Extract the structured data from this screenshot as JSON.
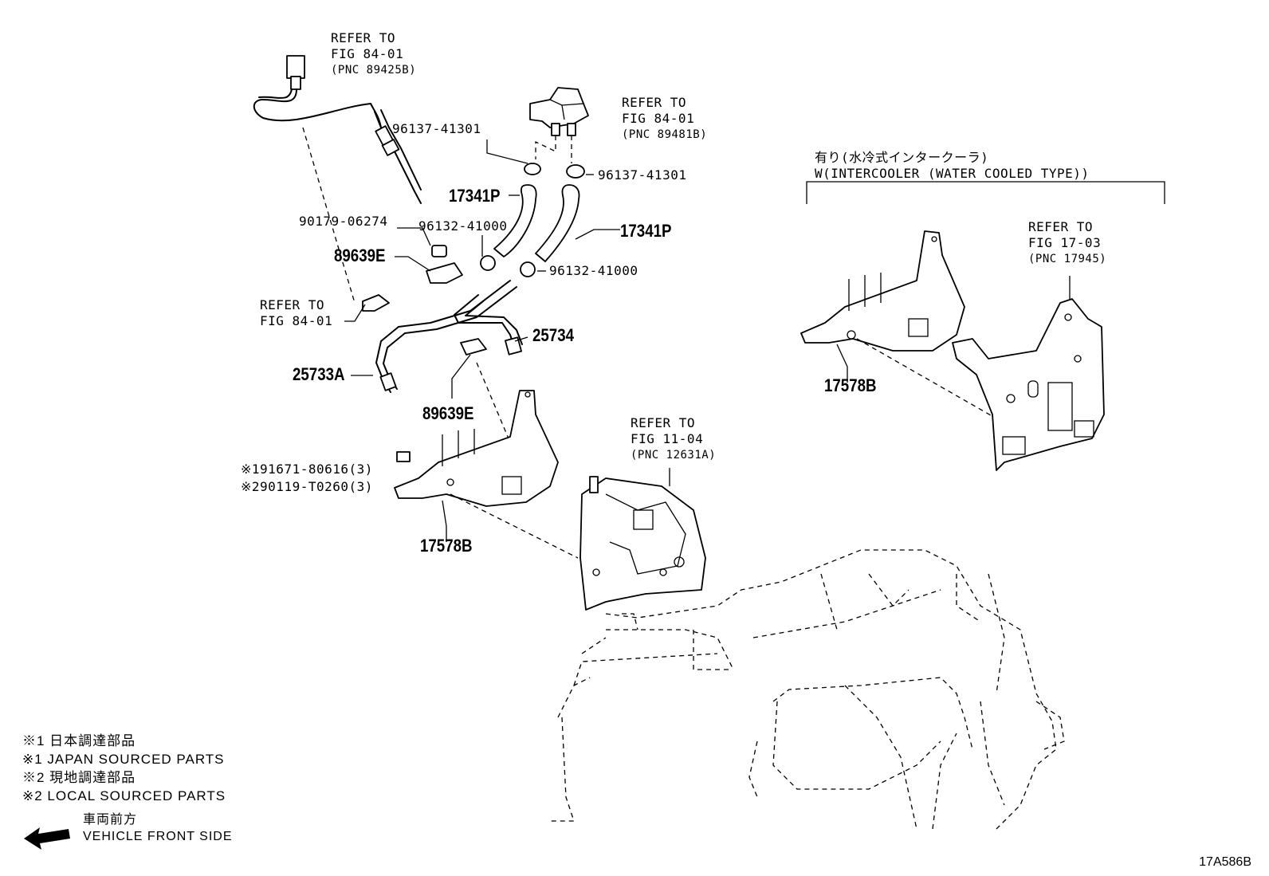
{
  "refs": {
    "ref1": {
      "line1": "REFER TO",
      "line2": "FIG 84-01",
      "line3": "(PNC 89425B)"
    },
    "ref2": {
      "line1": "REFER TO",
      "line2": "FIG 84-01",
      "line3": "(PNC 89481B)"
    },
    "ref3": {
      "line1": "REFER TO",
      "line2": "FIG 84-01"
    },
    "ref4": {
      "line1": "REFER TO",
      "line2": "FIG 11-04",
      "line3": "(PNC 12631A)"
    },
    "ref5": {
      "line1": "REFER TO",
      "line2": "FIG 17-03",
      "line3": "(PNC 17945)"
    }
  },
  "parts": {
    "p96137_a": "96137-41301",
    "p96137_b": "96137-41301",
    "p17341P_a": "17341P",
    "p17341P_b": "17341P",
    "p96132_a": "96132-41000",
    "p96132_b": "96132-41000",
    "p90179": "90179-06274",
    "p89639E_a": "89639E",
    "p89639E_b": "89639E",
    "p25734": "25734",
    "p25733A": "25733A",
    "p191671": "※191671-80616(3)",
    "p290119": "※290119-T0260(3)",
    "p17578B_a": "17578B",
    "p17578B_b": "17578B"
  },
  "variant": {
    "line1": "有り(水冷式インタークーラ)",
    "line2": "W(INTERCOOLER (WATER COOLED TYPE))"
  },
  "legend": {
    "l1": "※1 日本調達部品",
    "l2": "※1 JAPAN SOURCED PARTS",
    "l3": "※2 現地調達部品",
    "l4": "※2 LOCAL SOURCED PARTS",
    "front_jp": "車両前方",
    "front_en": "VEHICLE FRONT SIDE"
  },
  "figure_code": "17A586B",
  "icons": [
    "front-arrow-icon"
  ]
}
